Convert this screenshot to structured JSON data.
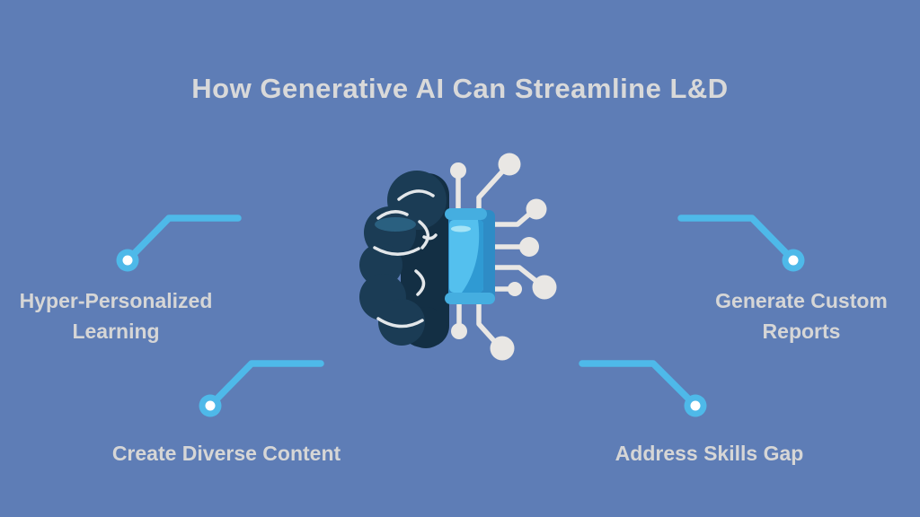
{
  "title": "How Generative AI Can Streamline L&D",
  "center_icon": "brain-chip-icon",
  "items": [
    {
      "id": "hyper-personalized-learning",
      "label": "Hyper-Personalized Learning",
      "position": "left"
    },
    {
      "id": "generate-custom-reports",
      "label": "Generate Custom Reports",
      "position": "right"
    },
    {
      "id": "create-diverse-content",
      "label": "Create Diverse Content",
      "position": "bottom-left"
    },
    {
      "id": "address-skills-gap",
      "label": "Address Skills Gap",
      "position": "bottom-right"
    }
  ],
  "colors": {
    "background": "#5E7DB6",
    "title_text": "#D9D9D9",
    "label_text": "#D6D6D6",
    "connector": "#4EB9E9",
    "connector_dot_center": "#FFFFFF",
    "brain_light": "#1B3C55",
    "brain_dark": "#132F44",
    "brain_fold": "#2A6080",
    "brain_line": "#E3E7EA",
    "chip_outer": "#2E8CC6",
    "chip_cap": "#45AEE0",
    "chip_inner": "#54C0EE",
    "chip_shade": "#2F9AD3",
    "chip_highlight": "#A5E4F6",
    "circuit": "#E9E7E4"
  }
}
